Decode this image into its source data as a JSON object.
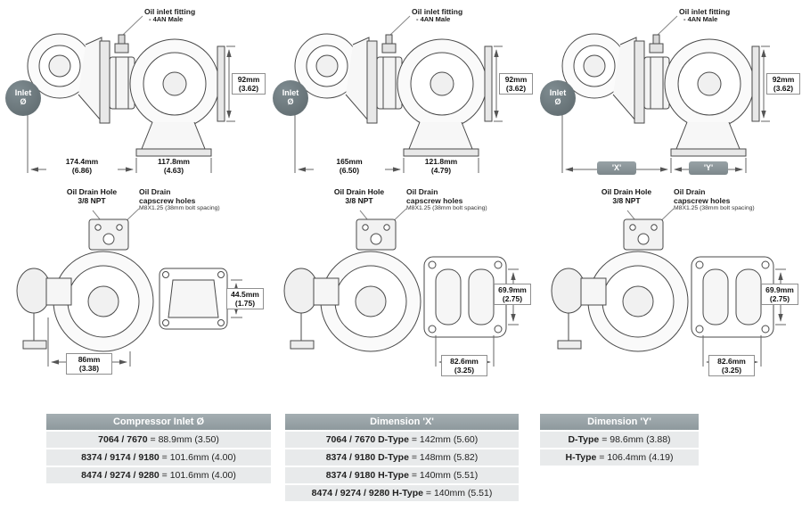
{
  "columns": [
    {
      "top": {
        "oil_inlet_title": "Oil inlet fitting",
        "oil_inlet_sub": "- 4AN Male",
        "inlet_badge_l1": "Inlet",
        "inlet_badge_l2": "Ø",
        "dim_outlet_l1": "92mm",
        "dim_outlet_l2": "(3.62)",
        "dim_length_l1": "174.4mm",
        "dim_length_l2": "(6.86)",
        "dim_height_l1": "117.8mm",
        "dim_height_l2": "(4.63)"
      },
      "bottom": {
        "drain_l1": "Oil Drain Hole",
        "drain_l2": "3/8 NPT",
        "capscrew_l1": "Oil Drain",
        "capscrew_l2": "capscrew holes",
        "capscrew_note": "M8X1.25 (38mm bolt spacing)",
        "dim_port_l1": "44.5mm",
        "dim_port_l2": "(1.75)",
        "dim_width_l1": "86mm",
        "dim_width_l2": "(3.38)"
      }
    },
    {
      "top": {
        "oil_inlet_title": "Oil inlet fitting",
        "oil_inlet_sub": "- 4AN Male",
        "inlet_badge_l1": "Inlet",
        "inlet_badge_l2": "Ø",
        "dim_outlet_l1": "92mm",
        "dim_outlet_l2": "(3.62)",
        "dim_length_l1": "165mm",
        "dim_length_l2": "(6.50)",
        "dim_height_l1": "121.8mm",
        "dim_height_l2": "(4.79)"
      },
      "bottom": {
        "drain_l1": "Oil Drain Hole",
        "drain_l2": "3/8 NPT",
        "capscrew_l1": "Oil Drain",
        "capscrew_l2": "capscrew holes",
        "capscrew_note": "M8X1.25 (38mm bolt spacing)",
        "dim_port_l1": "69.9mm",
        "dim_port_l2": "(2.75)",
        "dim_width_l1": "82.6mm",
        "dim_width_l2": "(3.25)"
      }
    },
    {
      "top": {
        "oil_inlet_title": "Oil inlet fitting",
        "oil_inlet_sub": "- 4AN Male",
        "inlet_badge_l1": "Inlet",
        "inlet_badge_l2": "Ø",
        "dim_outlet_l1": "92mm",
        "dim_outlet_l2": "(3.62)",
        "badge_x": "'X'",
        "badge_y": "'Y'"
      },
      "bottom": {
        "drain_l1": "Oil Drain Hole",
        "drain_l2": "3/8 NPT",
        "capscrew_l1": "Oil Drain",
        "capscrew_l2": "capscrew holes",
        "capscrew_note": "M8X1.25 (38mm bolt spacing)",
        "dim_port_l1": "69.9mm",
        "dim_port_l2": "(2.75)",
        "dim_width_l1": "82.6mm",
        "dim_width_l2": "(3.25)"
      }
    }
  ],
  "tables": [
    {
      "header": "Compressor Inlet Ø",
      "rows": [
        {
          "label": "7064 / 7670",
          "value": "= 88.9mm (3.50)"
        },
        {
          "label": "8374 / 9174 / 9180",
          "value": "= 101.6mm (4.00)"
        },
        {
          "label": "8474 / 9274 / 9280",
          "value": "= 101.6mm (4.00)"
        }
      ]
    },
    {
      "header": "Dimension 'X'",
      "rows": [
        {
          "label": "7064 / 7670 D-Type",
          "value": "= 142mm (5.60)"
        },
        {
          "label": "8374 / 9180 D-Type",
          "value": "= 148mm (5.82)"
        },
        {
          "label": "8374 / 9180 H-Type",
          "value": "= 140mm (5.51)"
        },
        {
          "label": "8474 / 9274 / 9280 H-Type",
          "value": "= 140mm (5.51)"
        }
      ]
    },
    {
      "header": "Dimension 'Y'",
      "rows": [
        {
          "label": "D-Type",
          "value": "= 98.6mm (3.88)"
        },
        {
          "label": "H-Type",
          "value": "= 106.4mm (4.19)"
        }
      ]
    }
  ]
}
